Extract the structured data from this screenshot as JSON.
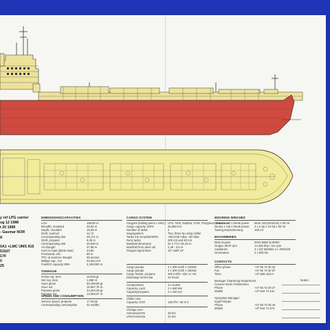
{
  "intro": [
    "y ref LPG carrier",
    "ug 12 1988",
    "t 20 1989",
    "- Gasmar NOR",
    "g",
    "",
    "0A1 +LMC UMS IGS",
    "53167",
    "170",
    "0",
    "25"
  ],
  "dimensions": {
    "title": "DIMENSIONS/CAPACITIES",
    "rows": [
      [
        "LOA",
        "195,80 m"
      ],
      [
        "Breadth, moulded",
        "29,63 m"
      ],
      [
        "Depth, moulded",
        "18,30 m"
      ],
      [
        "Draft, summer",
        "11,72"
      ],
      [
        "Corresponding dwt",
        "29,171 m"
      ],
      [
        "Draft, propane",
        "9,46 m"
      ],
      [
        "Corresponding dwt",
        "20,600 m"
      ],
      [
        "Air draught",
        "37,68 m"
      ],
      [
        "Keel to mast (dded mast)",
        "43,80"
      ],
      [
        "Freeboard, min",
        "86 m"
      ],
      [
        "TPC at summer draught",
        "39 tonnes"
      ],
      [
        "Ballast cap., m3",
        "22,643 m3"
      ],
      [
        "Fuel/DO capacity 98%",
        "2,190/400 m"
      ]
    ]
  },
  "tonnage": {
    "title": "TONNAGE",
    "rows": [
      [
        "Gross reg. tons",
        "16,918 gt"
      ],
      [
        "Net reg. tons",
        "1,686 nt"
      ],
      [
        "Suez gross",
        "20,409,69 gt"
      ],
      [
        "Suez net",
        "16,667,75 nt"
      ],
      [
        "Panama gross",
        "23,294,29 gt"
      ],
      [
        "Panama net",
        "14,828,07 nt"
      ]
    ]
  },
  "speed": {
    "title": "SPEED AND CONSUMPTION",
    "rows": [
      [
        "Service speed, propane",
        "17 knots"
      ],
      [
        "Corresponding consumption",
        "42 mt/dhs"
      ]
    ]
  },
  "cargo": {
    "title": "CARGO SYSTEM",
    "rows": [
      [
        "Cargoes (boiling point ≥ 104C)",
        "LPG, NH3, Naphta, VCM, Propylene, Butadiene"
      ],
      [
        "Cargo capacity 100%",
        "28,368 m3"
      ],
      [
        "Number of tanks",
        "4"
      ],
      [
        "Segregations",
        "Two, three by using chiller"
      ],
      [
        "Tanks min temp/MAWPS",
        "-50C/220 mbar -40 mbar"
      ],
      [
        "Deck tanks",
        "200 m3 and 60 m3"
      ],
      [
        "Manifold dimension",
        "ID 1,774 / 81,25 m"
      ],
      [
        "Manifold from deck rail",
        "1,35 - 3,5 m"
      ],
      [
        "Flanges liquid lines",
        "10\" 150# 12\""
      ]
    ]
  },
  "pumps": {
    "rows": [
      [
        "Cargo pumps",
        "4 x 300 m3/h x 120mlc"
      ],
      [
        "Cargo pumps",
        "4 x 300 m3/h x 180mlc"
      ],
      [
        "Cargo heater, propane",
        "300 m3/hr -40C or -5C"
      ],
      [
        "Discharge time/3 bar",
        "22 hours"
      ]
    ]
  },
  "compressors": {
    "rows": [
      [
        "Compressors",
        "3 x Sulzer"
      ],
      [
        "Capacity, each",
        "2 x 690 kW"
      ],
      [
        "Capacity/propane",
        "2 x 150 m3"
      ]
    ]
  },
  "chiller": {
    "rows": [
      [
        "Chiller Unit",
        ""
      ],
      [
        "Capacity VCM",
        "150 t/hr / 25 to 0"
      ]
    ]
  },
  "change": {
    "rows": [
      [
        "Change over",
        ""
      ],
      [
        "Ammonia/LPG",
        "48 hrs"
      ],
      [
        "LPG/Ammonia",
        "24 hrs"
      ]
    ]
  },
  "mooring": {
    "title": "MOORING WINCHES",
    "rows": [
      [
        "Drums x coil x break power",
        "Moor 10x(10m/min) x 50 mt"
      ],
      [
        "Drums x coil x break power",
        "4 x 2 Sp x 10 hd x 50 mt"
      ],
      [
        "Towing bracket/emerg.",
        "100 mt"
      ]
    ]
  },
  "machinery": {
    "title": "MACHINERIES",
    "rows": [
      [
        "Main Engine",
        "MAN B&W  6L60MC"
      ],
      [
        "Output, MCR rpm",
        "14,400 bhp / 111 rpm"
      ],
      [
        "Auxiliaries",
        "3 x (S) Wartsila 4 x 4R22/26"
      ],
      [
        "Generators",
        "4 x 500 kw"
      ]
    ]
  },
  "contacts": {
    "title": "CONTACTS",
    "rows": [
      [
        "Office phone",
        "+47 55 73 30 33"
      ],
      [
        "Fax",
        "+47 55 73 30 87"
      ],
      [
        "Telex",
        "+47 556 ulvis n"
      ],
      [
        "",
        ""
      ],
      [
        "Manager Chartering Department",
        ""
      ],
      [
        "Gunnar Harris Christensen",
        ""
      ],
      [
        "Phone",
        "+47 55 73 30 27"
      ],
      [
        "Mobile",
        "+47 944 72 441"
      ],
      [
        "",
        ""
      ],
      [
        "Operation Manager",
        ""
      ],
      [
        "Ingolf Kleppe",
        ""
      ],
      [
        "Phone",
        "+47 55 73 28 43"
      ],
      [
        "Mobile",
        "+47 944 74 374"
      ]
    ]
  },
  "notes_label": "Notes",
  "colors": {
    "hull": "#cf4a3f",
    "superstructure": "#ede29a",
    "deck": "#f1ec9c",
    "background": "#1e35b8",
    "paper": "#f6f6f2"
  }
}
